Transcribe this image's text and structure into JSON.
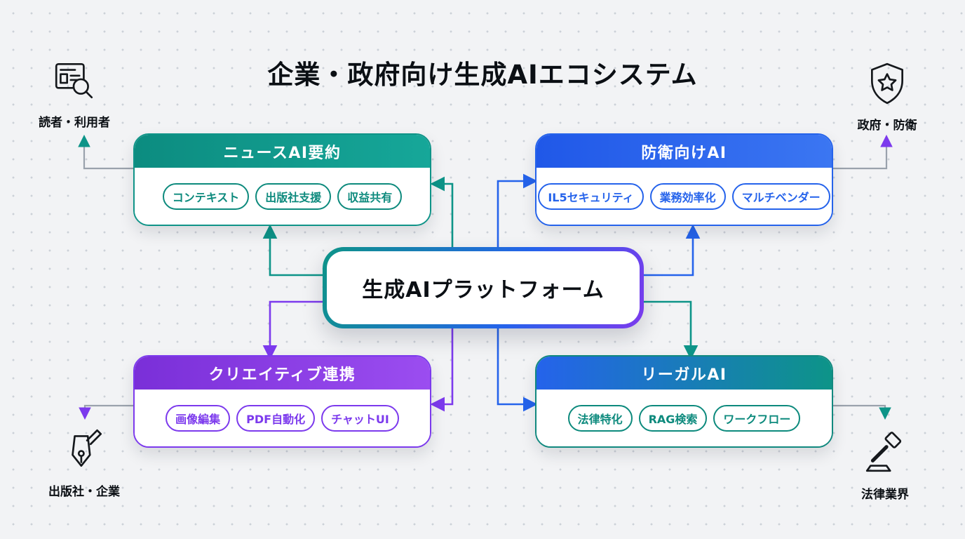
{
  "title": "企業・政府向け生成AIエコシステム",
  "center": {
    "label": "生成AIプラットフォーム"
  },
  "boxes": {
    "news": {
      "title": "ニュースAI要約",
      "tags": [
        "コンテキスト",
        "出版社支援",
        "収益共有"
      ],
      "accent": "#0d9488"
    },
    "defense": {
      "title": "防衛向けAI",
      "tags": [
        "IL5セキュリティ",
        "業務効率化",
        "マルチベンダー"
      ],
      "accent": "#2563eb"
    },
    "creative": {
      "title": "クリエイティブ連携",
      "tags": [
        "画像編集",
        "PDF自動化",
        "チャットUI"
      ],
      "accent": "#7c3aed"
    },
    "legal": {
      "title": "リーガルAI",
      "tags": [
        "法律特化",
        "RAG検索",
        "ワークフロー"
      ],
      "accent": "#0d9488"
    }
  },
  "actors": {
    "readers": {
      "label": "読者・利用者",
      "icon": "newspaper-magnifier-icon"
    },
    "government": {
      "label": "政府・防衛",
      "icon": "shield-star-icon"
    },
    "publishers": {
      "label": "出版社・企業",
      "icon": "pen-nib-icon"
    },
    "law": {
      "label": "法律業界",
      "icon": "gavel-icon"
    }
  },
  "colors": {
    "teal": "#0d9488",
    "blue": "#2563eb",
    "purple": "#7c3aed",
    "connector_gray": "#9aa2ac",
    "background": "#f2f3f5"
  }
}
